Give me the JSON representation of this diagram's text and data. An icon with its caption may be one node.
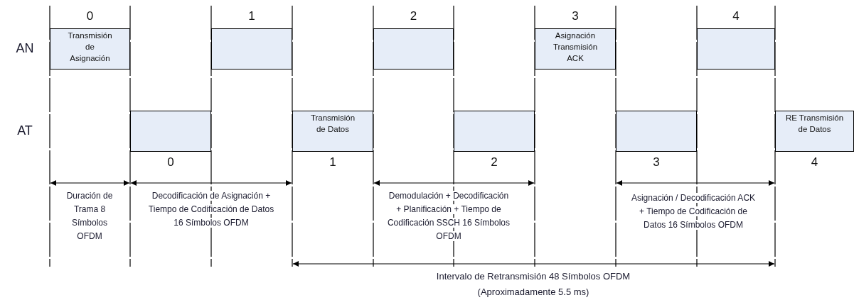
{
  "diagram": {
    "nodes": [
      {
        "text": [
          "Transmisión de Asignación"
        ],
        "beside": [
          "0"
        ]
      },
      {
        "text": [],
        "shape": "box",
        "beside": [
          "1"
        ]
      },
      {
        "text": [],
        "shape": "box",
        "beside": [
          "2"
        ]
      },
      {
        "text": [
          "Asignación Transmisión ACK"
        ],
        "beside": [
          "3"
        ]
      },
      {
        "text": [],
        "shape": "box",
        "beside": [
          "4"
        ]
      },
      {
        "text": [],
        "shape": "box",
        "beside": [
          "0"
        ]
      },
      {
        "text": [
          "Transmisión de Datos"
        ],
        "beside": [
          "1"
        ]
      },
      {
        "text": [],
        "shape": "box",
        "beside": [
          "2"
        ]
      },
      {
        "text": [],
        "shape": "box",
        "beside": [
          "3"
        ]
      },
      {
        "text": [
          "RE Transmisión de Datos"
        ],
        "beside": [
          "4"
        ]
      }
    ],
    "labels": [
      "AN",
      "AT",
      "Duración de Trama 8 Símbolos OFDM",
      "Decodificación de Asignación + Tiempo de Codificación de Datos 16 Símbolos OFDM",
      "Demodulación + Decodificación + Planificación + Tiempo de Codificación SSCH 16 Símbolos OFDM",
      "Asignación / Decodificación ACK + Tiempo de Codificación de Datos 16 Símbolos OFDM",
      "Intervalo de Retransmisión 48 Símbolos OFDM (Aproximadamente 5.5 ms)"
    ]
  }
}
